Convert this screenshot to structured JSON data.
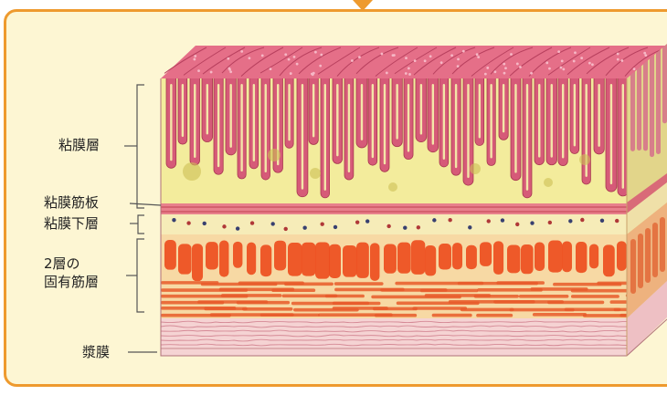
{
  "labels": {
    "mucosa": "粘膜層",
    "muscularis_mucosae": "粘膜筋板",
    "submucosa": "粘膜下層",
    "muscularis_line1": "2層の",
    "muscularis_line2": "固有筋層",
    "serosa": "漿膜"
  },
  "colors": {
    "frame_border": "#ee9a2e",
    "frame_fill": "#fdf6d3",
    "villi": "#d65a78",
    "mucosa_bg": "#f3ec9c",
    "muscle": "#ec4a1c",
    "serosa": "#f2c6cc"
  }
}
